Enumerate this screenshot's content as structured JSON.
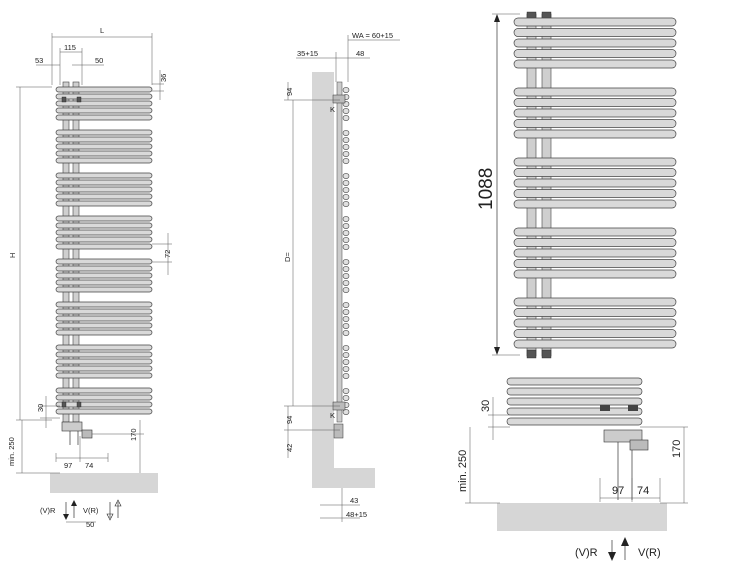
{
  "front_view": {
    "dim_L": "L",
    "dim_115": "115",
    "dim_53": "53",
    "dim_50_top": "50",
    "dim_36": "36",
    "dim_H": "H",
    "dim_72": "72",
    "dim_30": "30",
    "dim_min250": "min. 250",
    "dim_170": "170",
    "dim_97": "97",
    "dim_74": "74",
    "label_vr": "(V)R",
    "label_v_r": "V(R)",
    "dim_50_bottom": "50"
  },
  "side_view": {
    "dim_wa": "WA = 60+15",
    "dim_35_15": "35+15",
    "dim_48": "48",
    "dim_94_top": "94",
    "label_k_top": "K",
    "dim_D": "D=",
    "dim_94_bottom": "94",
    "label_k_bottom": "K",
    "dim_42": "42",
    "dim_43": "43",
    "dim_48_15": "48+15"
  },
  "detail_view": {
    "dim_1088": "1088",
    "dim_30": "30",
    "dim_min250": "min. 250",
    "dim_170": "170",
    "dim_97": "97",
    "dim_74": "74",
    "label_vr": "(V)R",
    "label_v_r": "V(R)"
  }
}
